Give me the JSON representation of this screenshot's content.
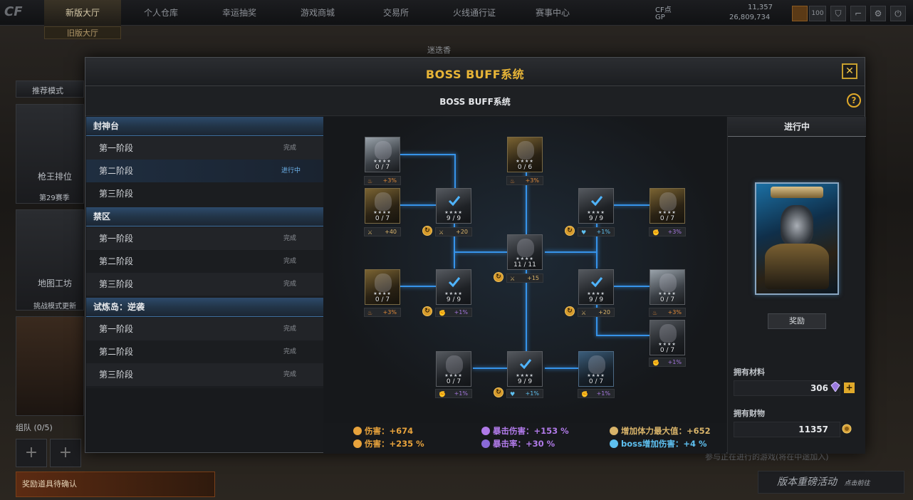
{
  "lobby": {
    "logo": "CF",
    "nav": [
      "新版大厅",
      "个人仓库",
      "幸运抽奖",
      "游戏商城",
      "交易所",
      "火线通行证",
      "赛事中心"
    ],
    "sub_tab": "旧版大厅",
    "currency": {
      "cf_label": "CF点",
      "cf_value": "11,357",
      "gp_label": "GP",
      "gp_value": "26,809,734",
      "level": "100"
    },
    "map_name": "迷迭香",
    "recommend": "推荐模式",
    "rank_title": "枪王排位",
    "season": "第29赛季",
    "workshop_title": "地图工坊",
    "workshop_sub": "挑战模式更新",
    "team": "组队 (0/5)",
    "reward_confirm": "奖励道具待确认",
    "update_banner": "版本重磅活动",
    "update_sub": "点击前往",
    "bottom_hint": "参与正在进行的游戏(将在中途加入)"
  },
  "modal": {
    "title": "BOSS BUFF系统",
    "subtitle": "BOSS BUFF系统",
    "close": "✕",
    "help": "?"
  },
  "sections": [
    {
      "title": "封神台",
      "stages": [
        {
          "name": "第一阶段",
          "status": "完成"
        },
        {
          "name": "第二阶段",
          "status": "进行中"
        },
        {
          "name": "第三阶段",
          "status": ""
        }
      ]
    },
    {
      "title": "禁区",
      "stages": [
        {
          "name": "第一阶段",
          "status": "完成"
        },
        {
          "name": "第二阶段",
          "status": "完成"
        },
        {
          "name": "第三阶段",
          "status": "完成"
        }
      ]
    },
    {
      "title": "试炼岛：逆袭",
      "stages": [
        {
          "name": "第一阶段",
          "status": "完成"
        },
        {
          "name": "第二阶段",
          "status": "完成"
        },
        {
          "name": "第三阶段",
          "status": "完成"
        }
      ]
    }
  ],
  "nodes": [
    {
      "count": "0 / 7",
      "buff": "+3%",
      "color": "orange"
    },
    {
      "count": "0 / 6",
      "buff": "+3%",
      "color": "orange"
    },
    {
      "count": "0 / 7",
      "buff": "+40",
      "color": "gold"
    },
    {
      "count": "9 / 9",
      "buff": "+20",
      "color": "gold"
    },
    {
      "count": "9 / 9",
      "buff": "+1%",
      "color": "cyan"
    },
    {
      "count": "0 / 7",
      "buff": "+3%",
      "color": "purple"
    },
    {
      "count": "11 / 11",
      "buff": "+15",
      "color": "gold"
    },
    {
      "count": "0 / 7",
      "buff": "+3%",
      "color": "orange"
    },
    {
      "count": "9 / 9",
      "buff": "+1%",
      "color": "purple"
    },
    {
      "count": "9 / 9",
      "buff": "+20",
      "color": "gold"
    },
    {
      "count": "0 / 7",
      "buff": "+3%",
      "color": "orange"
    },
    {
      "count": "0 / 7",
      "buff": "+1%",
      "color": "purple"
    },
    {
      "count": "0 / 7",
      "buff": "+1%",
      "color": "purple"
    },
    {
      "count": "9 / 9",
      "buff": "+1%",
      "color": "cyan"
    },
    {
      "count": "0 / 7",
      "buff": "+1%",
      "color": "purple"
    }
  ],
  "stats": [
    {
      "label": "伤害：+674",
      "color": "#e8a33c"
    },
    {
      "label": "暴击伤害：+153 %",
      "color": "#b07ae8"
    },
    {
      "label": "增加体力最大值：+652",
      "color": "#d9b46a"
    },
    {
      "label": "伤害：+235 %",
      "color": "#e8a33c"
    },
    {
      "label": "暴击率：+30 %",
      "color": "#b07ae8"
    },
    {
      "label": "boss增加伤害：+4 %",
      "color": "#5ec0f0"
    }
  ],
  "right": {
    "status": "进行中",
    "reward_btn": "奖励",
    "material_label": "拥有材料",
    "material_value": "306",
    "wealth_label": "拥有财物",
    "wealth_value": "11357",
    "add": "+"
  },
  "colors": {
    "accent": "#e8b537",
    "link": "#6fb6f0",
    "line": "#3aa0ff"
  }
}
